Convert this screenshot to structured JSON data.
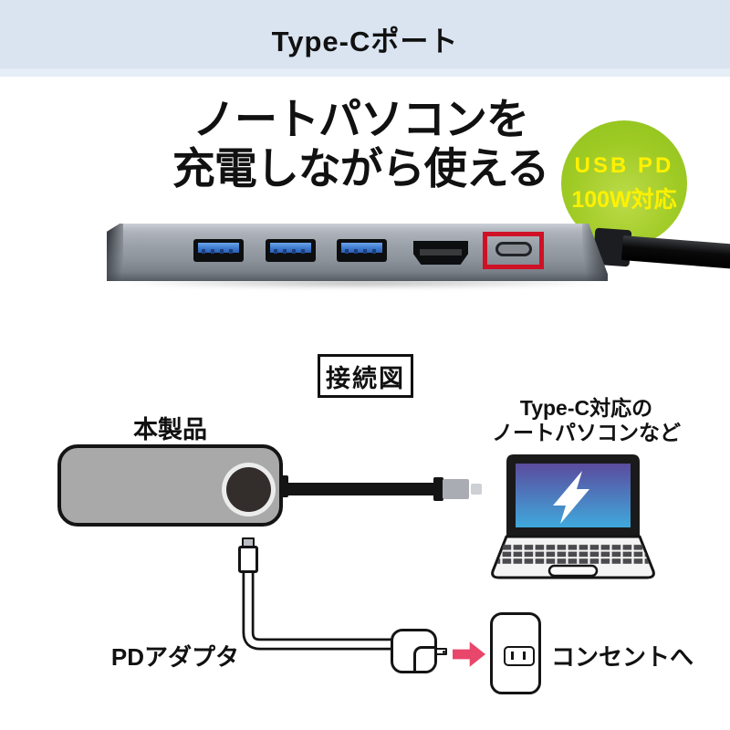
{
  "header": {
    "title": "Type-Cポート"
  },
  "hero": {
    "heading_line1": "ノートパソコンを",
    "heading_line2": "充電しながら使える",
    "badge": {
      "line1": "USB PD",
      "line2": "100W対応"
    }
  },
  "product_photo": {
    "device": "usb-c-hub-front-view",
    "ports": [
      "usb-a-port",
      "usb-a-port",
      "usb-a-port",
      "hdmi-port",
      "usb-c-port"
    ],
    "highlighted_port": "usb-c-port"
  },
  "diagram": {
    "title": "接続図",
    "product_label": "本製品",
    "laptop_label_line1": "Type-C対応の",
    "laptop_label_line2": "ノートパソコンなど",
    "adapter_label": "PDアダプタ",
    "outlet_label": "コンセントへ",
    "laptop_icon": "lightning-bolt-icon",
    "flow_icon": "right-arrow-icon"
  },
  "colors": {
    "header_bg": "#d9e4f0",
    "badge_green": "#9fca24",
    "badge_text": "#fff100",
    "highlight_red": "#cf1126",
    "arrow_pink": "#e8466b",
    "usb_blue": "#3d79cf",
    "screen_top": "#5b4b9e",
    "screen_bottom": "#3fa9dc"
  }
}
